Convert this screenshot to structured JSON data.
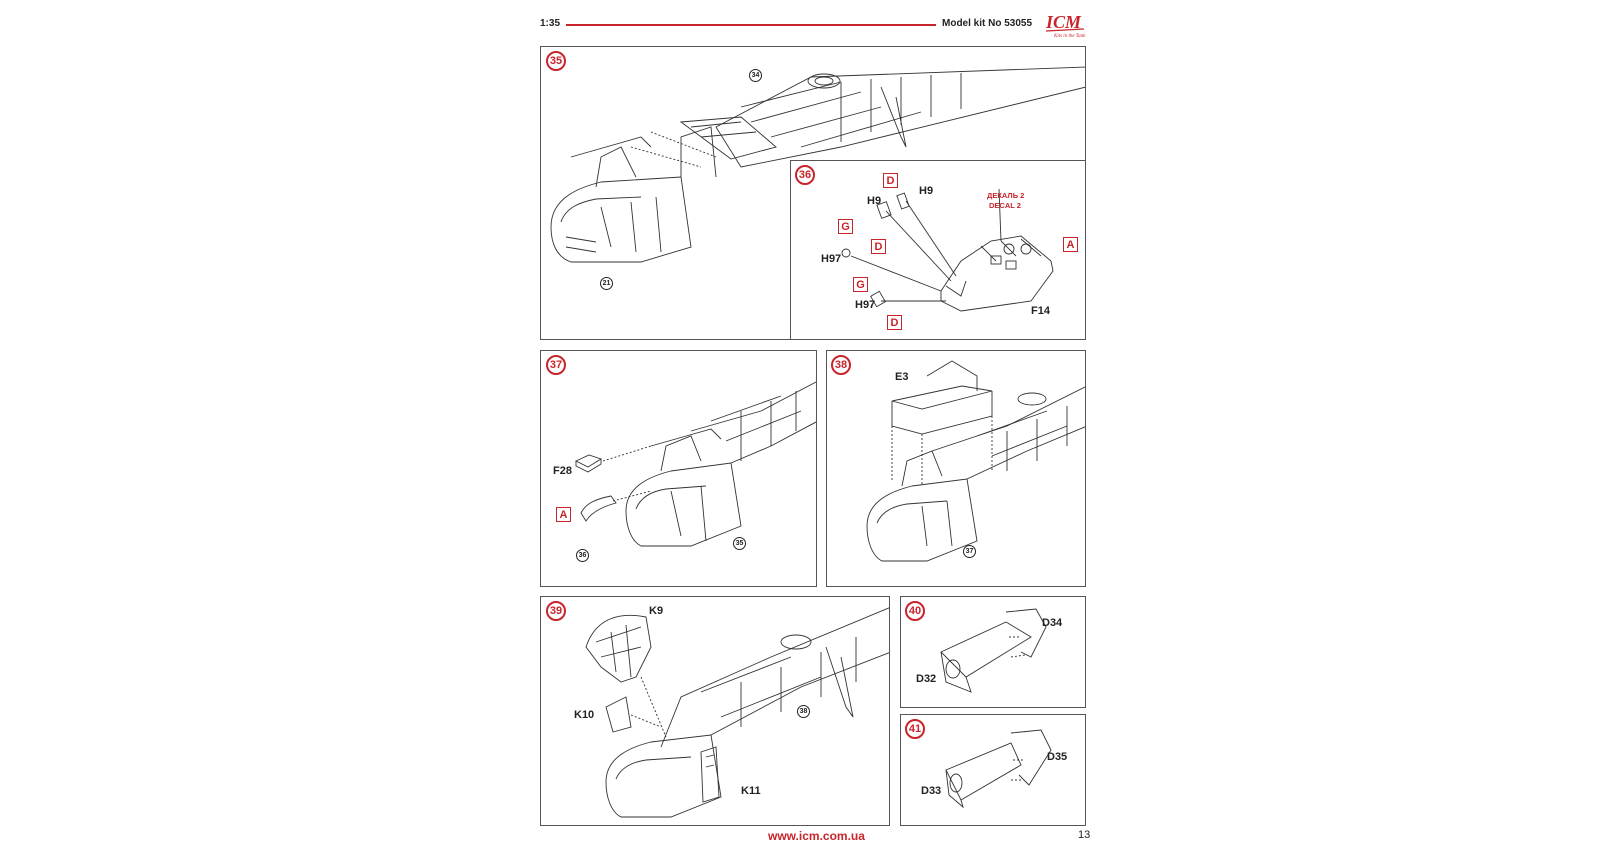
{
  "header": {
    "scale": "1:35",
    "model_kit": "Model kit No 53055",
    "logo_text": "ICM",
    "logo_tagline": "Kits in the Tank",
    "accent_color": "#c8242b"
  },
  "steps": {
    "s35": {
      "number": "35",
      "ref_top": "34",
      "ref_bottom": "21"
    },
    "s36": {
      "number": "36",
      "parts": {
        "h9_a": "H9",
        "h9_b": "H9",
        "h97_a": "H97",
        "h97_b": "H97",
        "f14": "F14"
      },
      "boxes": {
        "d1": "D",
        "d2": "D",
        "d3": "D",
        "g1": "G",
        "g2": "G",
        "a": "A"
      },
      "decal_ru": "ДЕКАЛЬ 2",
      "decal_en": "DECAL 2"
    },
    "s37": {
      "number": "37",
      "part": "F28",
      "box": "A",
      "ref_left": "36",
      "ref_right": "35"
    },
    "s38": {
      "number": "38",
      "part": "E3",
      "ref": "37"
    },
    "s39": {
      "number": "39",
      "k9": "K9",
      "k10": "K10",
      "k11": "K11",
      "ref": "38"
    },
    "s40": {
      "number": "40",
      "d34": "D34",
      "d32": "D32"
    },
    "s41": {
      "number": "41",
      "d35": "D35",
      "d33": "D33"
    }
  },
  "footer": {
    "url": "www.icm.com.ua",
    "page": "13"
  }
}
